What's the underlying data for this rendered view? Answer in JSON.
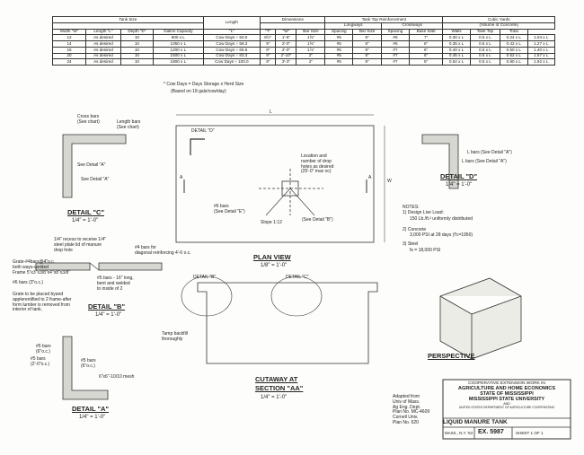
{
  "table": {
    "group_headers": [
      "Tank Size",
      "Length",
      "Dimensions",
      "Tank Top Reinforcement",
      "Cubic Yards"
    ],
    "sub_groups": [
      "Longways",
      "Crossways",
      "(Volume of Concrete)"
    ],
    "col_headers": [
      "Width \"W\"",
      "Length \"L\"",
      "Depth \"D\"",
      "Gallon Capacity",
      "\"L\"",
      "\"T\"",
      "\"W\"",
      "Bar Size",
      "Spacing",
      "Bar Size",
      "Spacing",
      "Base Slab",
      "Walls",
      "Tank Top",
      "Total"
    ],
    "rows": [
      [
        "12",
        "As desired",
        "10",
        "900 x L",
        "Cow Days ÷ 50.0",
        "8½\"",
        "1'-6\"",
        "1⅝\"",
        "#5",
        "8\"",
        "#6",
        "7\"",
        "0.30 x L",
        "0.5 x L",
        "0.24 x L",
        "1.04 x L"
      ],
      [
        "14",
        "As desired",
        "10",
        "1050 x L",
        "Cow Days ÷ 58.3",
        "9\"",
        "2'-0\"",
        "1⅝\"",
        "#5",
        "8\"",
        "#6",
        "6\"",
        "0.35 x L",
        "0.5 x L",
        "0.42 x L",
        "1.27 x L"
      ],
      [
        "16",
        "As desired",
        "10",
        "1200 x L",
        "Cow Days ÷ 66.6",
        "9\"",
        "2'-0\"",
        "1⅞\"",
        "#5",
        "8\"",
        "#7",
        "6\"",
        "0.40 x L",
        "0.5 x L",
        "0.50 x L",
        "1.40 x L"
      ],
      [
        "20",
        "As desired",
        "10",
        "1500 x L",
        "Cow Days ÷ 83.3",
        "9\"",
        "2'-10\"",
        "2\"",
        "#5",
        "8\"",
        "#7",
        "6\"",
        "0.45 x L",
        "0.5 x L",
        "0.62 x L",
        "1.57 x L"
      ],
      [
        "24",
        "As desired",
        "10",
        "1800 x L",
        "Cow Days ÷ 100.0",
        "9\"",
        "3'-3\"",
        "2\"",
        "#5",
        "8\"",
        "#7",
        "5\"",
        "0.52 x L",
        "0.5 x L",
        "0.90 x L",
        "1.92 x L"
      ]
    ]
  },
  "note_cow_days": "* Cow Days = Days Storage x Herd Size",
  "note_based_on": "(Based on 18 gals/cow/day)",
  "plan": {
    "title": "PLAN VIEW",
    "scale": "1/8\" = 1'-0\"",
    "detail_d_ref": "DETAIL \"D\"",
    "hole_note": [
      "Location and",
      "number of drop",
      "holes as desired",
      "(25'-0\" max oc)"
    ],
    "bars_label": [
      "#6 bars",
      "(See Detail \"E\")"
    ],
    "slope_label": "Slope 1:12",
    "see_detail_b": "(See Detail \"B\")",
    "section_a": "A",
    "dim_l": "L",
    "dim_w": "W"
  },
  "detail_c": {
    "title": "DETAIL \"C\"",
    "scale": "1/4\" = 1'-0\"",
    "labels": [
      "Cross bars",
      "(See chart)",
      "Length bars",
      "(See chart)",
      "See Detail \"A\"",
      "See Detail \"A\""
    ]
  },
  "detail_b": {
    "title": "DETAIL \"B\"",
    "scale": "1/4\" = 1'-0\"",
    "labels": [
      "1/4\" recess to receive 1/4\"",
      "steel plate lid of manure",
      "drop hole",
      "#4 bars for",
      "diagonal reinforcing 4'-0 o.c.",
      "Grate-#4bars@4\"o.c.",
      "both ways-welded",
      "Frame 5\"x3\"x3/8\"x4\"x8\"x3/8\"",
      "#6 bars (3\"o.c.)",
      "#5 bars - 16\" long,",
      "bent and welded",
      "to inside of 2",
      "Grate to be placed byand",
      "applerentified to 2 frame-after",
      "form lumber is removed from",
      "interior of tank."
    ]
  },
  "detail_a": {
    "title": "DETAIL \"A\"",
    "scale": "1/4\" = 1'-0\"",
    "labels": [
      "#5 bars",
      "(6\"o.c.)",
      "#5 bars",
      "(2'-0\"o.c.)",
      "#5 bars",
      "(6\"o.c.)",
      "6\"x6\"-10/10 mesh",
      "Tamp backfill",
      "thoroughly"
    ]
  },
  "detail_d": {
    "title": "DETAIL \"D\"",
    "scale": "1/4\" = 1'-0\"",
    "labels": [
      "L bars (See Detail \"A\")",
      "L bars (See Detail \"A\")"
    ]
  },
  "cutaway": {
    "title_1": "CUTAWAY AT",
    "title_2": "SECTION \"AA\"",
    "scale": "1/4\" = 1'-0\"",
    "detail_b_ref": "DETAIL \"B\"",
    "detail_c_ref": "DETAIL \"C\""
  },
  "notes": {
    "heading": "NOTES:",
    "items": [
      "1) Design Live Load:",
      "150 Lb./ft.² uniformly distributed",
      "2) Concrete",
      "3,000 PSI at 28 days (f'c=1950)",
      "3) Steel",
      "fs = 18,000 PSI"
    ]
  },
  "perspective": {
    "title": "PERSPECTIVE"
  },
  "adapted": [
    "Adapted from",
    "Univ of Mass.",
    "Ag Eng. Dept.",
    "Plan No. MC-4609",
    "Cornell Univ.",
    "Plan No. 620"
  ],
  "title_block": {
    "line1": "COOPERATIVE EXTENSION WORK IN",
    "line2": "AGRICULTURE AND HOME ECONOMICS",
    "line3": "STATE OF MISSISSIPPI",
    "line4": "MISSISSIPPI STATE UNIVERSITY",
    "line5": "AND",
    "line6": "UNITED STATES DEPARTMENT OF AGRICULTURE COOPERATING",
    "drawing_title": "LIQUID MANURE TANK",
    "revised": "MASS., N.Y. '63",
    "plan_no": "EX. 5987",
    "sheet": "SHEET 1 OF 1"
  }
}
